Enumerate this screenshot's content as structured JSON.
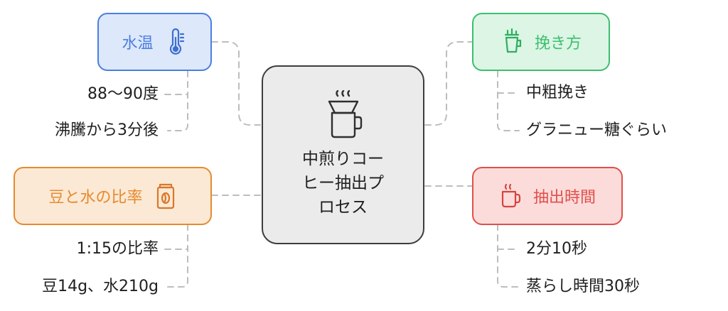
{
  "center": {
    "title": "中煎りコーヒー抽出プロセス",
    "icon": "coffee-dripper-icon"
  },
  "branches": {
    "water_temp": {
      "label": "水温",
      "icon": "thermometer-icon",
      "color": "#4a7fe0",
      "fill": "#dde8fb",
      "items": [
        "88〜90度",
        "沸騰から3分後"
      ]
    },
    "grind": {
      "label": "挽き方",
      "icon": "grinder-icon",
      "color": "#3cbf6e",
      "fill": "#dcf5e5",
      "items": [
        "中粗挽き",
        "グラニュー糖ぐらい"
      ]
    },
    "ratio": {
      "label": "豆と水の比率",
      "icon": "coffee-bean-jar-icon",
      "color": "#e68a2e",
      "fill": "#fbe9d5",
      "items": [
        "1:15の比率",
        "豆14g、水210g"
      ]
    },
    "brew_time": {
      "label": "抽出時間",
      "icon": "coffee-cup-icon",
      "color": "#e0504b",
      "fill": "#fbdcdb",
      "items": [
        "2分10秒",
        "蒸らし時間30秒"
      ]
    }
  }
}
